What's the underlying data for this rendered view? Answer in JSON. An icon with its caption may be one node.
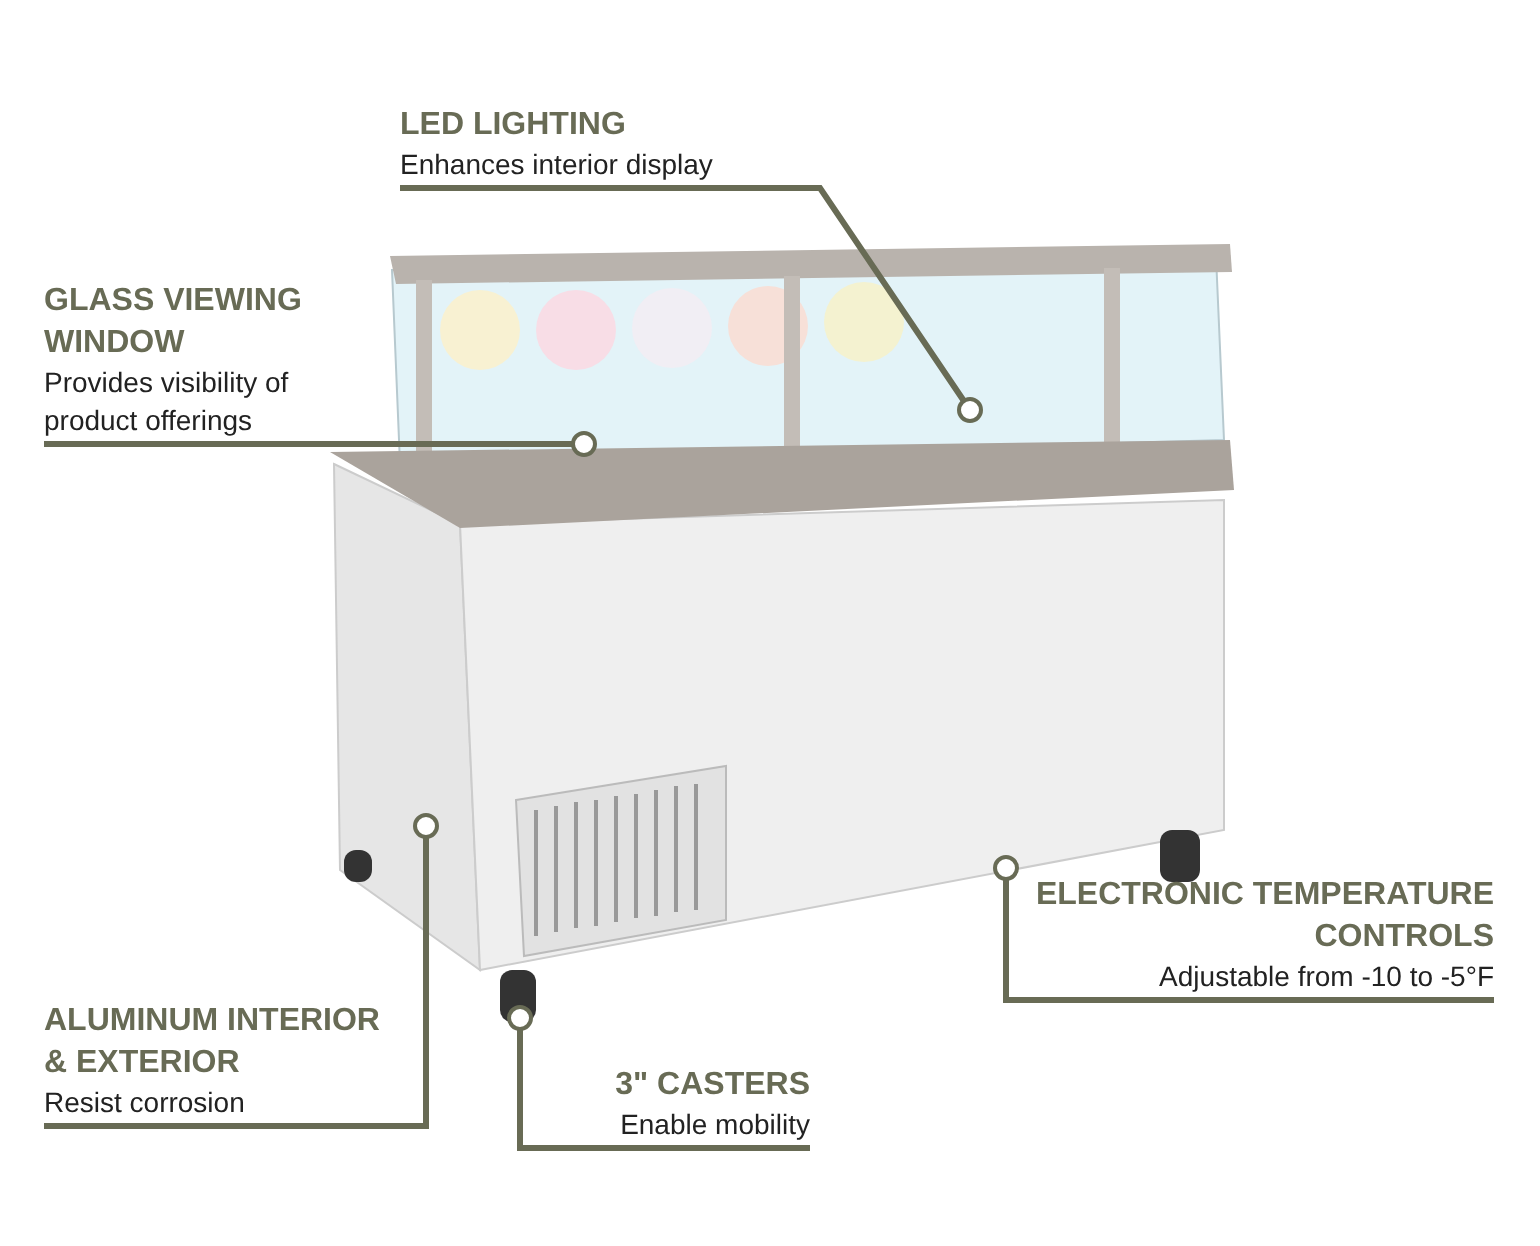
{
  "diagram": {
    "nodes": [
      {
        "text": [
          "LED LIGHTING",
          "Enhances interior display"
        ]
      },
      {
        "text": [
          "GLASS VIEWING WINDOW",
          "Provides visibility of product offerings"
        ]
      },
      {
        "text": [
          "ALUMINUM INTERIOR & EXTERIOR",
          "Resist corrosion"
        ]
      },
      {
        "text": [
          "3\" CASTERS",
          "Enable mobility"
        ]
      },
      {
        "text": [
          "ELECTRONIC TEMPERATURE CONTROLS",
          "Adjustable from -10 to -5°F"
        ]
      }
    ],
    "edges": [
      {
        "from": 0,
        "to": null,
        "arrow": "other"
      },
      {
        "from": 1,
        "to": null,
        "arrow": "other"
      },
      {
        "from": 2,
        "to": null,
        "arrow": "other"
      },
      {
        "from": 3,
        "to": null,
        "arrow": "other"
      },
      {
        "from": 4,
        "to": null,
        "arrow": "other"
      }
    ]
  }
}
